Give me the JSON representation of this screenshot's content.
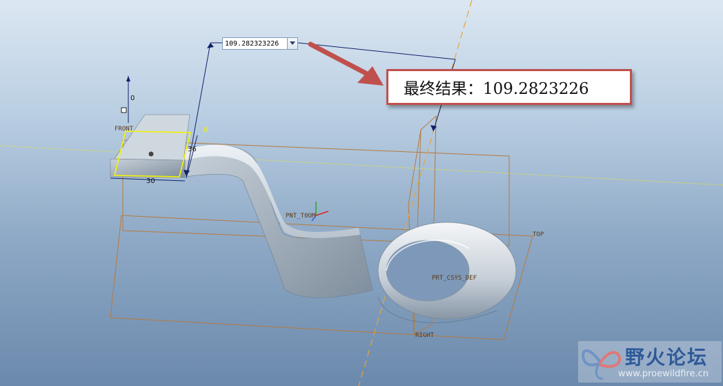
{
  "dimension_editor": {
    "value": "109.282323226"
  },
  "callout": {
    "text": "最终结果：109.2823226"
  },
  "datum_labels": {
    "front": "FRONT",
    "top": "TOP",
    "right": "RIGHT",
    "pnt": "PNT_T0OM",
    "csys": "PRT_CSYS_DEF"
  },
  "dimensions": {
    "height": "36",
    "width": "30",
    "offset_a": "0",
    "offset_b": "0"
  },
  "watermark": {
    "title": "野火论坛",
    "url": "www.proewildfire.cn"
  },
  "colors": {
    "datum_plane": "#b7793c",
    "axis": "#e8a33a",
    "selection": "#f5f500",
    "arrow": "#c0504d",
    "dimension_line": "#10206a"
  }
}
